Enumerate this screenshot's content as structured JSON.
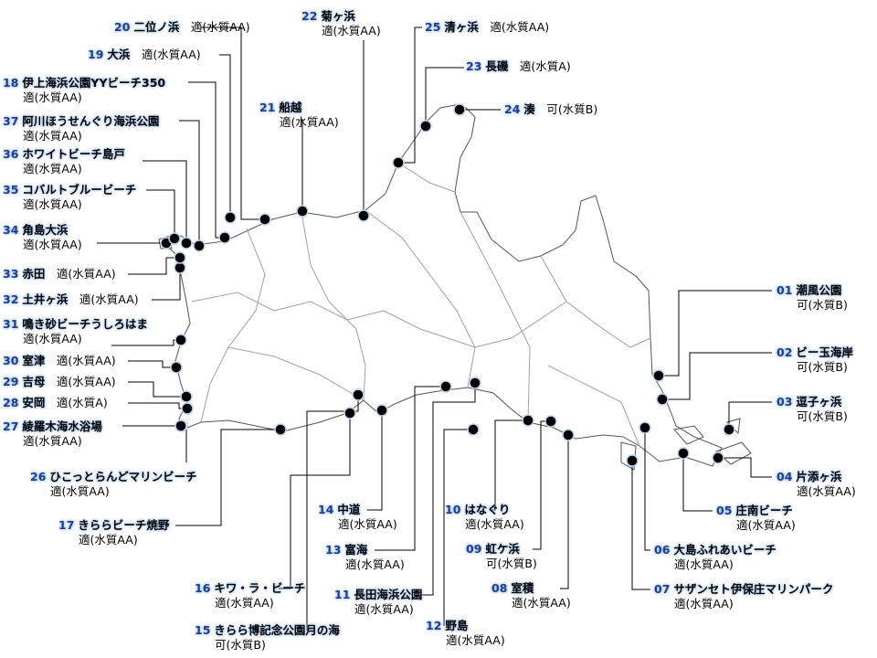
{
  "beaches": [
    {
      "num": "01",
      "name": "潮風公園",
      "quality": "可(水質B)"
    },
    {
      "num": "02",
      "name": "ビー玉海岸",
      "quality": "可(水質B)"
    },
    {
      "num": "03",
      "name": "逗子ヶ浜",
      "quality": "可(水質B)"
    },
    {
      "num": "04",
      "name": "片添ヶ浜",
      "quality": "適(水質AA)"
    },
    {
      "num": "05",
      "name": "庄南ビーチ",
      "quality": "適(水質AA)"
    },
    {
      "num": "06",
      "name": "大島ふれあいビーチ",
      "quality": "適(水質AA)"
    },
    {
      "num": "07",
      "name": "サザンセト伊保庄マリンパーク",
      "quality": "適(水質AA)"
    },
    {
      "num": "08",
      "name": "室積",
      "quality": "適(水質AA)"
    },
    {
      "num": "09",
      "name": "虹ケ浜",
      "quality": "可(水質B)"
    },
    {
      "num": "10",
      "name": "はなぐり",
      "quality": "適(水質AA)"
    },
    {
      "num": "11",
      "name": "長田海浜公園",
      "quality": "適(水質AA)"
    },
    {
      "num": "12",
      "name": "野島",
      "quality": "適(水質AA)"
    },
    {
      "num": "13",
      "name": "富海",
      "quality": "適(水質AA)"
    },
    {
      "num": "14",
      "name": "中道",
      "quality": "適(水質AA)"
    },
    {
      "num": "15",
      "name": "きらら博記念公園月の海",
      "quality": "可(水質B)"
    },
    {
      "num": "16",
      "name": "キワ・ラ・ビーチ",
      "quality": "適(水質AA)"
    },
    {
      "num": "17",
      "name": "きららビーチ焼野",
      "quality": "適(水質AA)"
    },
    {
      "num": "18",
      "name": "伊上海浜公園YYビーチ350",
      "quality": "適(水質AA)"
    },
    {
      "num": "19",
      "name": "大浜",
      "quality": "適(水質AA)"
    },
    {
      "num": "20",
      "name": "二位ノ浜",
      "quality": "適(水質AA)"
    },
    {
      "num": "21",
      "name": "船越",
      "quality": "適(水質AA)"
    },
    {
      "num": "22",
      "name": "菊ヶ浜",
      "quality": "適(水質AA)"
    },
    {
      "num": "23",
      "name": "長磯",
      "quality": "適(水質A)"
    },
    {
      "num": "24",
      "name": "湊",
      "quality": "可(水質B)"
    },
    {
      "num": "25",
      "name": "清ヶ浜",
      "quality": "適(水質AA)"
    },
    {
      "num": "26",
      "name": "ひこっとらんどマリンビーチ",
      "quality": "適(水質AA)"
    },
    {
      "num": "27",
      "name": "綾羅木海水浴場",
      "quality": "適(水質AA)"
    },
    {
      "num": "28",
      "name": "安岡",
      "quality": "適(水質A)"
    },
    {
      "num": "29",
      "name": "吉母",
      "quality": "適(水質AA)"
    },
    {
      "num": "30",
      "name": "室津",
      "quality": "適(水質AA)"
    },
    {
      "num": "31",
      "name": "鳴き砂ビーチうしろはま",
      "quality": "適(水質AA)"
    },
    {
      "num": "32",
      "name": "土井ヶ浜",
      "quality": "適(水質AA)"
    },
    {
      "num": "33",
      "name": "赤田",
      "quality": "適(水質AA)"
    },
    {
      "num": "34",
      "name": "角島大浜",
      "quality": "適(水質AA)"
    },
    {
      "num": "35",
      "name": "コバルトブルービーチ",
      "quality": "適(水質AA)"
    },
    {
      "num": "36",
      "name": "ホワイトビーチ島戸",
      "quality": "適(水質AA)"
    },
    {
      "num": "37",
      "name": "阿川ほうせんぐり海浜公園",
      "quality": "適(水質AA)"
    }
  ]
}
